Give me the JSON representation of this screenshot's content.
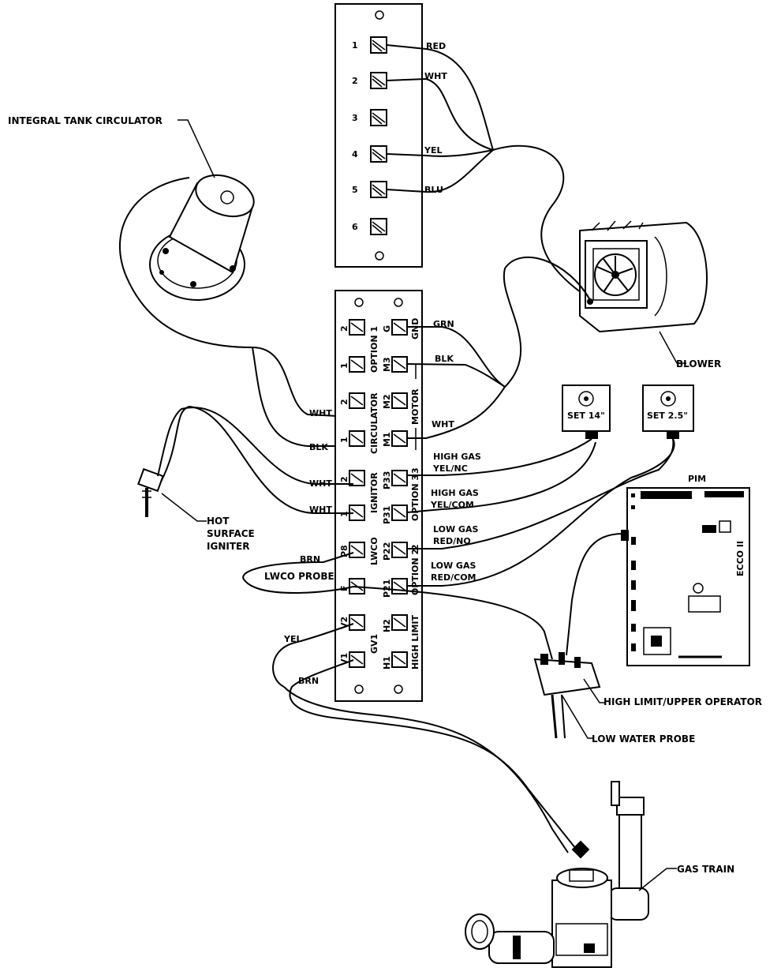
{
  "callouts": {
    "circulator": "INTEGRAL TANK CIRCULATOR",
    "blower": "BLOWER",
    "igniter_line1": "HOT",
    "igniter_line2": "SURFACE",
    "igniter_line3": "IGNITER",
    "high_limit": "HIGH LIMIT/UPPER OPERATOR",
    "low_water": "LOW WATER PROBE",
    "gas_train": "GAS TRAIN",
    "lwco_probe": "LWCO PROBE",
    "pim": "PIM"
  },
  "top_strip": {
    "terminals": [
      "1",
      "2",
      "3",
      "4",
      "5",
      "6"
    ],
    "wires": [
      "RED",
      "WHT",
      "YEL",
      "BLU"
    ]
  },
  "main_strip": {
    "left_nums": [
      "2",
      "1",
      "2",
      "1",
      "2",
      "1"
    ],
    "left_group_labels": [
      "OPTION 1",
      "CIRCULATOR",
      "IGNITOR",
      "LWCO",
      "GV1"
    ],
    "left_term_labels": [
      "P8",
      "F",
      "V2",
      "V1"
    ],
    "right_term_labels": [
      "G",
      "GND",
      "M3",
      "M2",
      "M1",
      "P33",
      "P31",
      "P22",
      "P21",
      "H2",
      "H1"
    ],
    "right_group_labels": [
      "MOTOR",
      "OPTION 3",
      "OPTION 2",
      "HIGH LIMIT"
    ],
    "right_nums": [
      "3",
      "2"
    ]
  },
  "wire_labels": {
    "grn": "GRN",
    "blk_motor": "BLK",
    "wht_motor": "WHT",
    "wht_circ": "WHT",
    "blk_circ": "BLK",
    "wht_ign1": "WHT",
    "wht_ign2": "WHT",
    "brn_lwco": "BRN",
    "yel_gv": "YEL",
    "brn_gv": "BRN"
  },
  "gas_labels": {
    "hg1_line1": "HIGH GAS",
    "hg1_line2": "YEL/NC",
    "hg2_line1": "HIGH GAS",
    "hg2_line2": "YEL/COM",
    "lg1_line1": "LOW GAS",
    "lg1_line2": "RED/NO",
    "lg2_line1": "LOW GAS",
    "lg2_line2": "RED/COM"
  },
  "switches": {
    "set1": "SET 14\"",
    "set2": "SET 2.5\""
  },
  "pim_board": {
    "model": "ECCO II"
  }
}
